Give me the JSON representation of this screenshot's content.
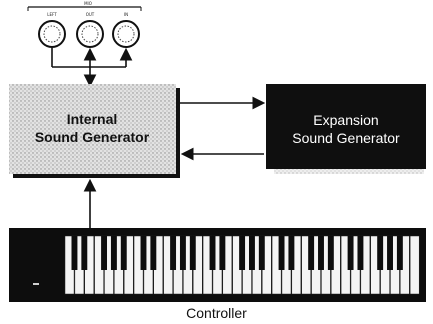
{
  "knobs": {
    "group_label": "MIO",
    "items": [
      {
        "label": "LEFT"
      },
      {
        "label": "OUT"
      },
      {
        "label": "IN"
      }
    ]
  },
  "internal_generator": {
    "line1": "Internal",
    "line2": "Sound Generator"
  },
  "expansion_generator": {
    "line1": "Expansion",
    "line2": "Sound Generator"
  },
  "controller": {
    "caption": "Controller"
  },
  "colors": {
    "ink": "#111111",
    "stipple": "#c8c8c8",
    "expansion_fill": "#0f0f0f"
  }
}
